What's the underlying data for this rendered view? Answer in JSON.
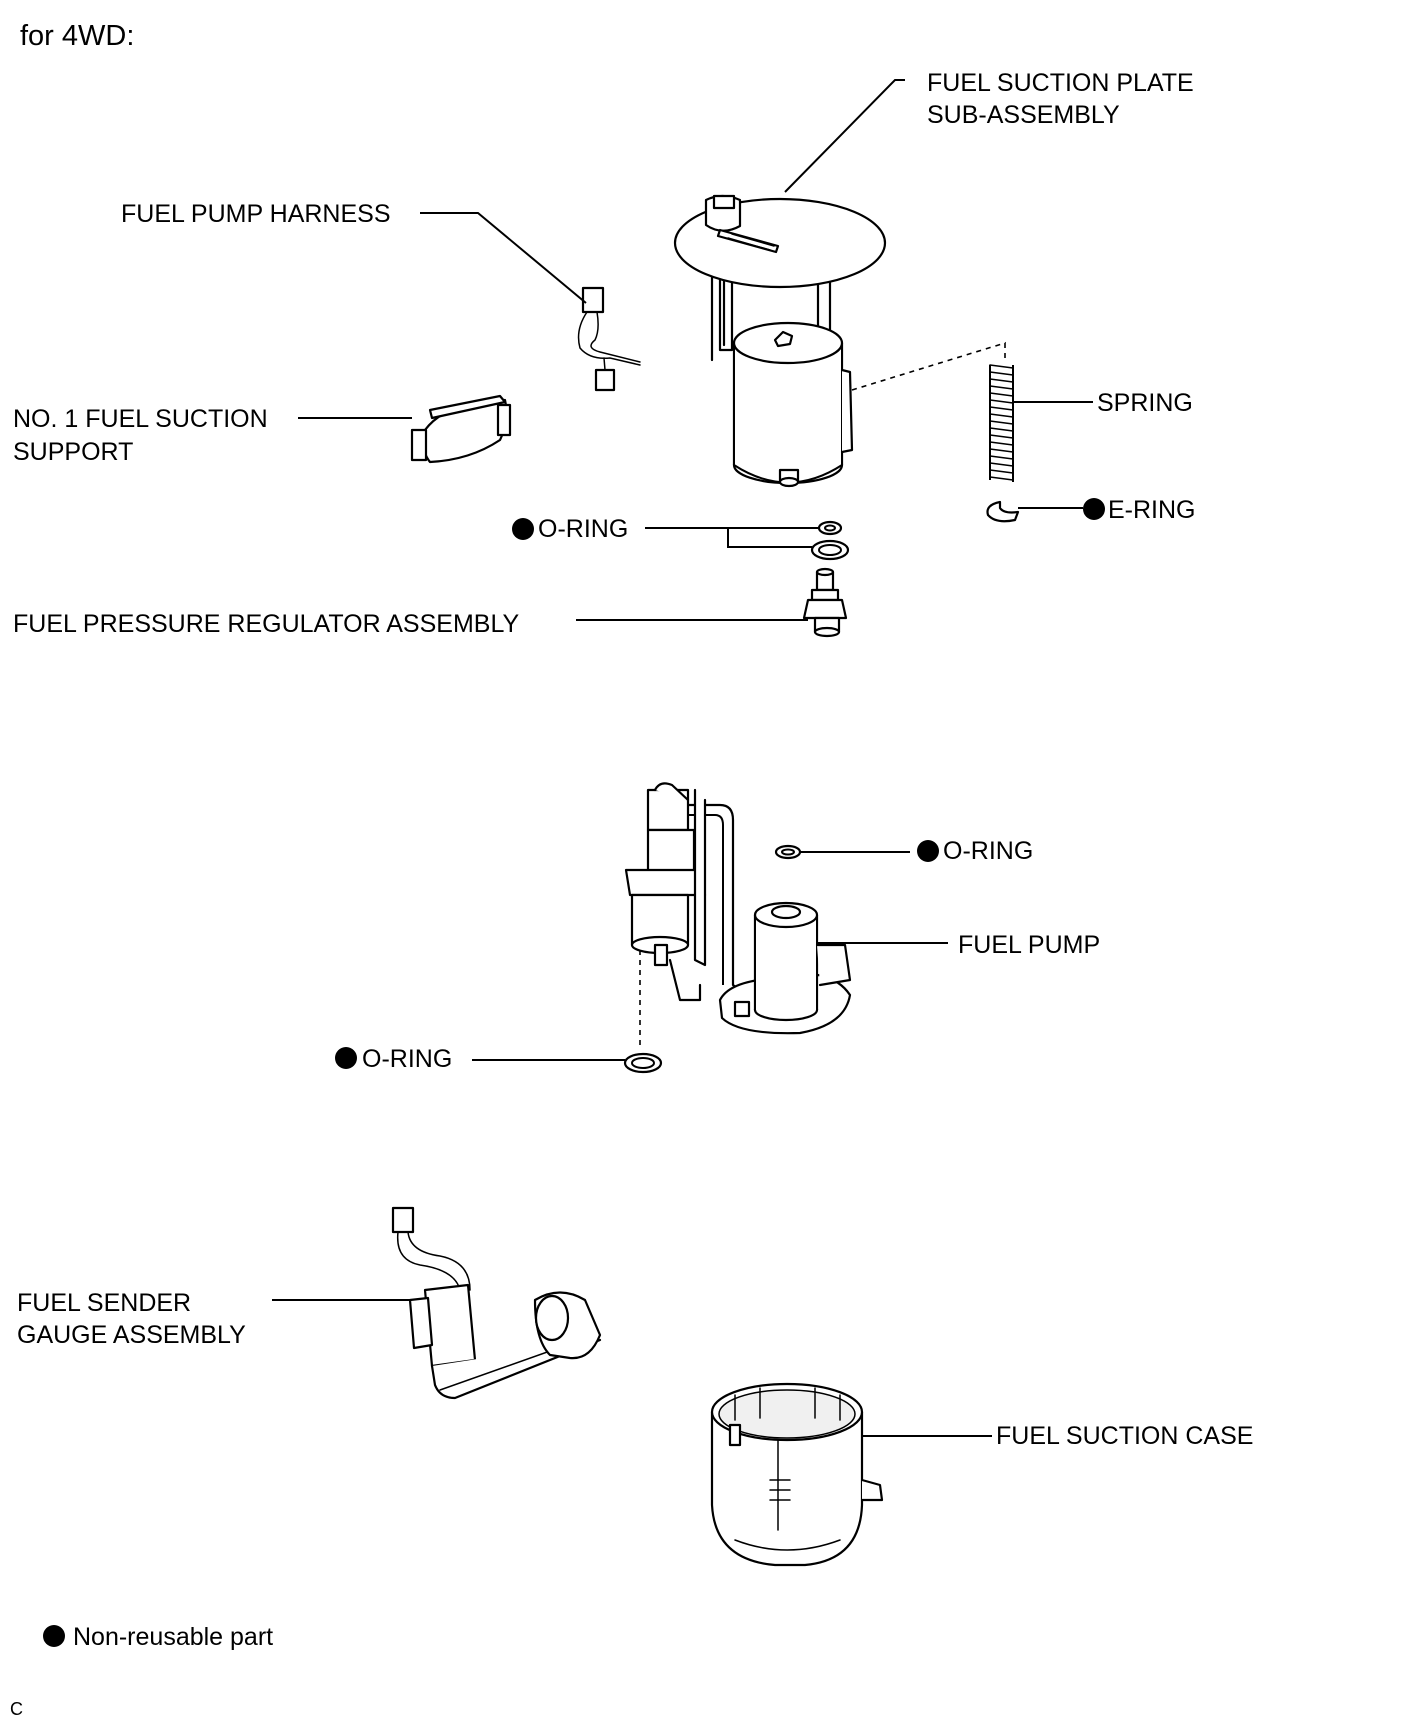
{
  "header": {
    "title": "for 4WD:"
  },
  "labels": {
    "fuel_suction_plate_line1": "FUEL SUCTION PLATE",
    "fuel_suction_plate_line2": "SUB-ASSEMBLY",
    "fuel_pump_harness": "FUEL PUMP HARNESS",
    "no1_fuel_suction_support_line1": "NO. 1 FUEL SUCTION",
    "no1_fuel_suction_support_line2": "SUPPORT",
    "spring": "SPRING",
    "e_ring": "E-RING",
    "o_ring_upper": "O-RING",
    "fuel_pressure_regulator": "FUEL PRESSURE REGULATOR ASSEMBLY",
    "o_ring_pump": "O-RING",
    "fuel_pump": "FUEL PUMP",
    "o_ring_lower": "O-RING",
    "fuel_sender_line1": "FUEL SENDER",
    "fuel_sender_line2": "GAUGE ASSEMBLY",
    "fuel_suction_case": "FUEL SUCTION CASE"
  },
  "legend": {
    "text": "Non-reusable part"
  },
  "footer": {
    "code": "C"
  }
}
